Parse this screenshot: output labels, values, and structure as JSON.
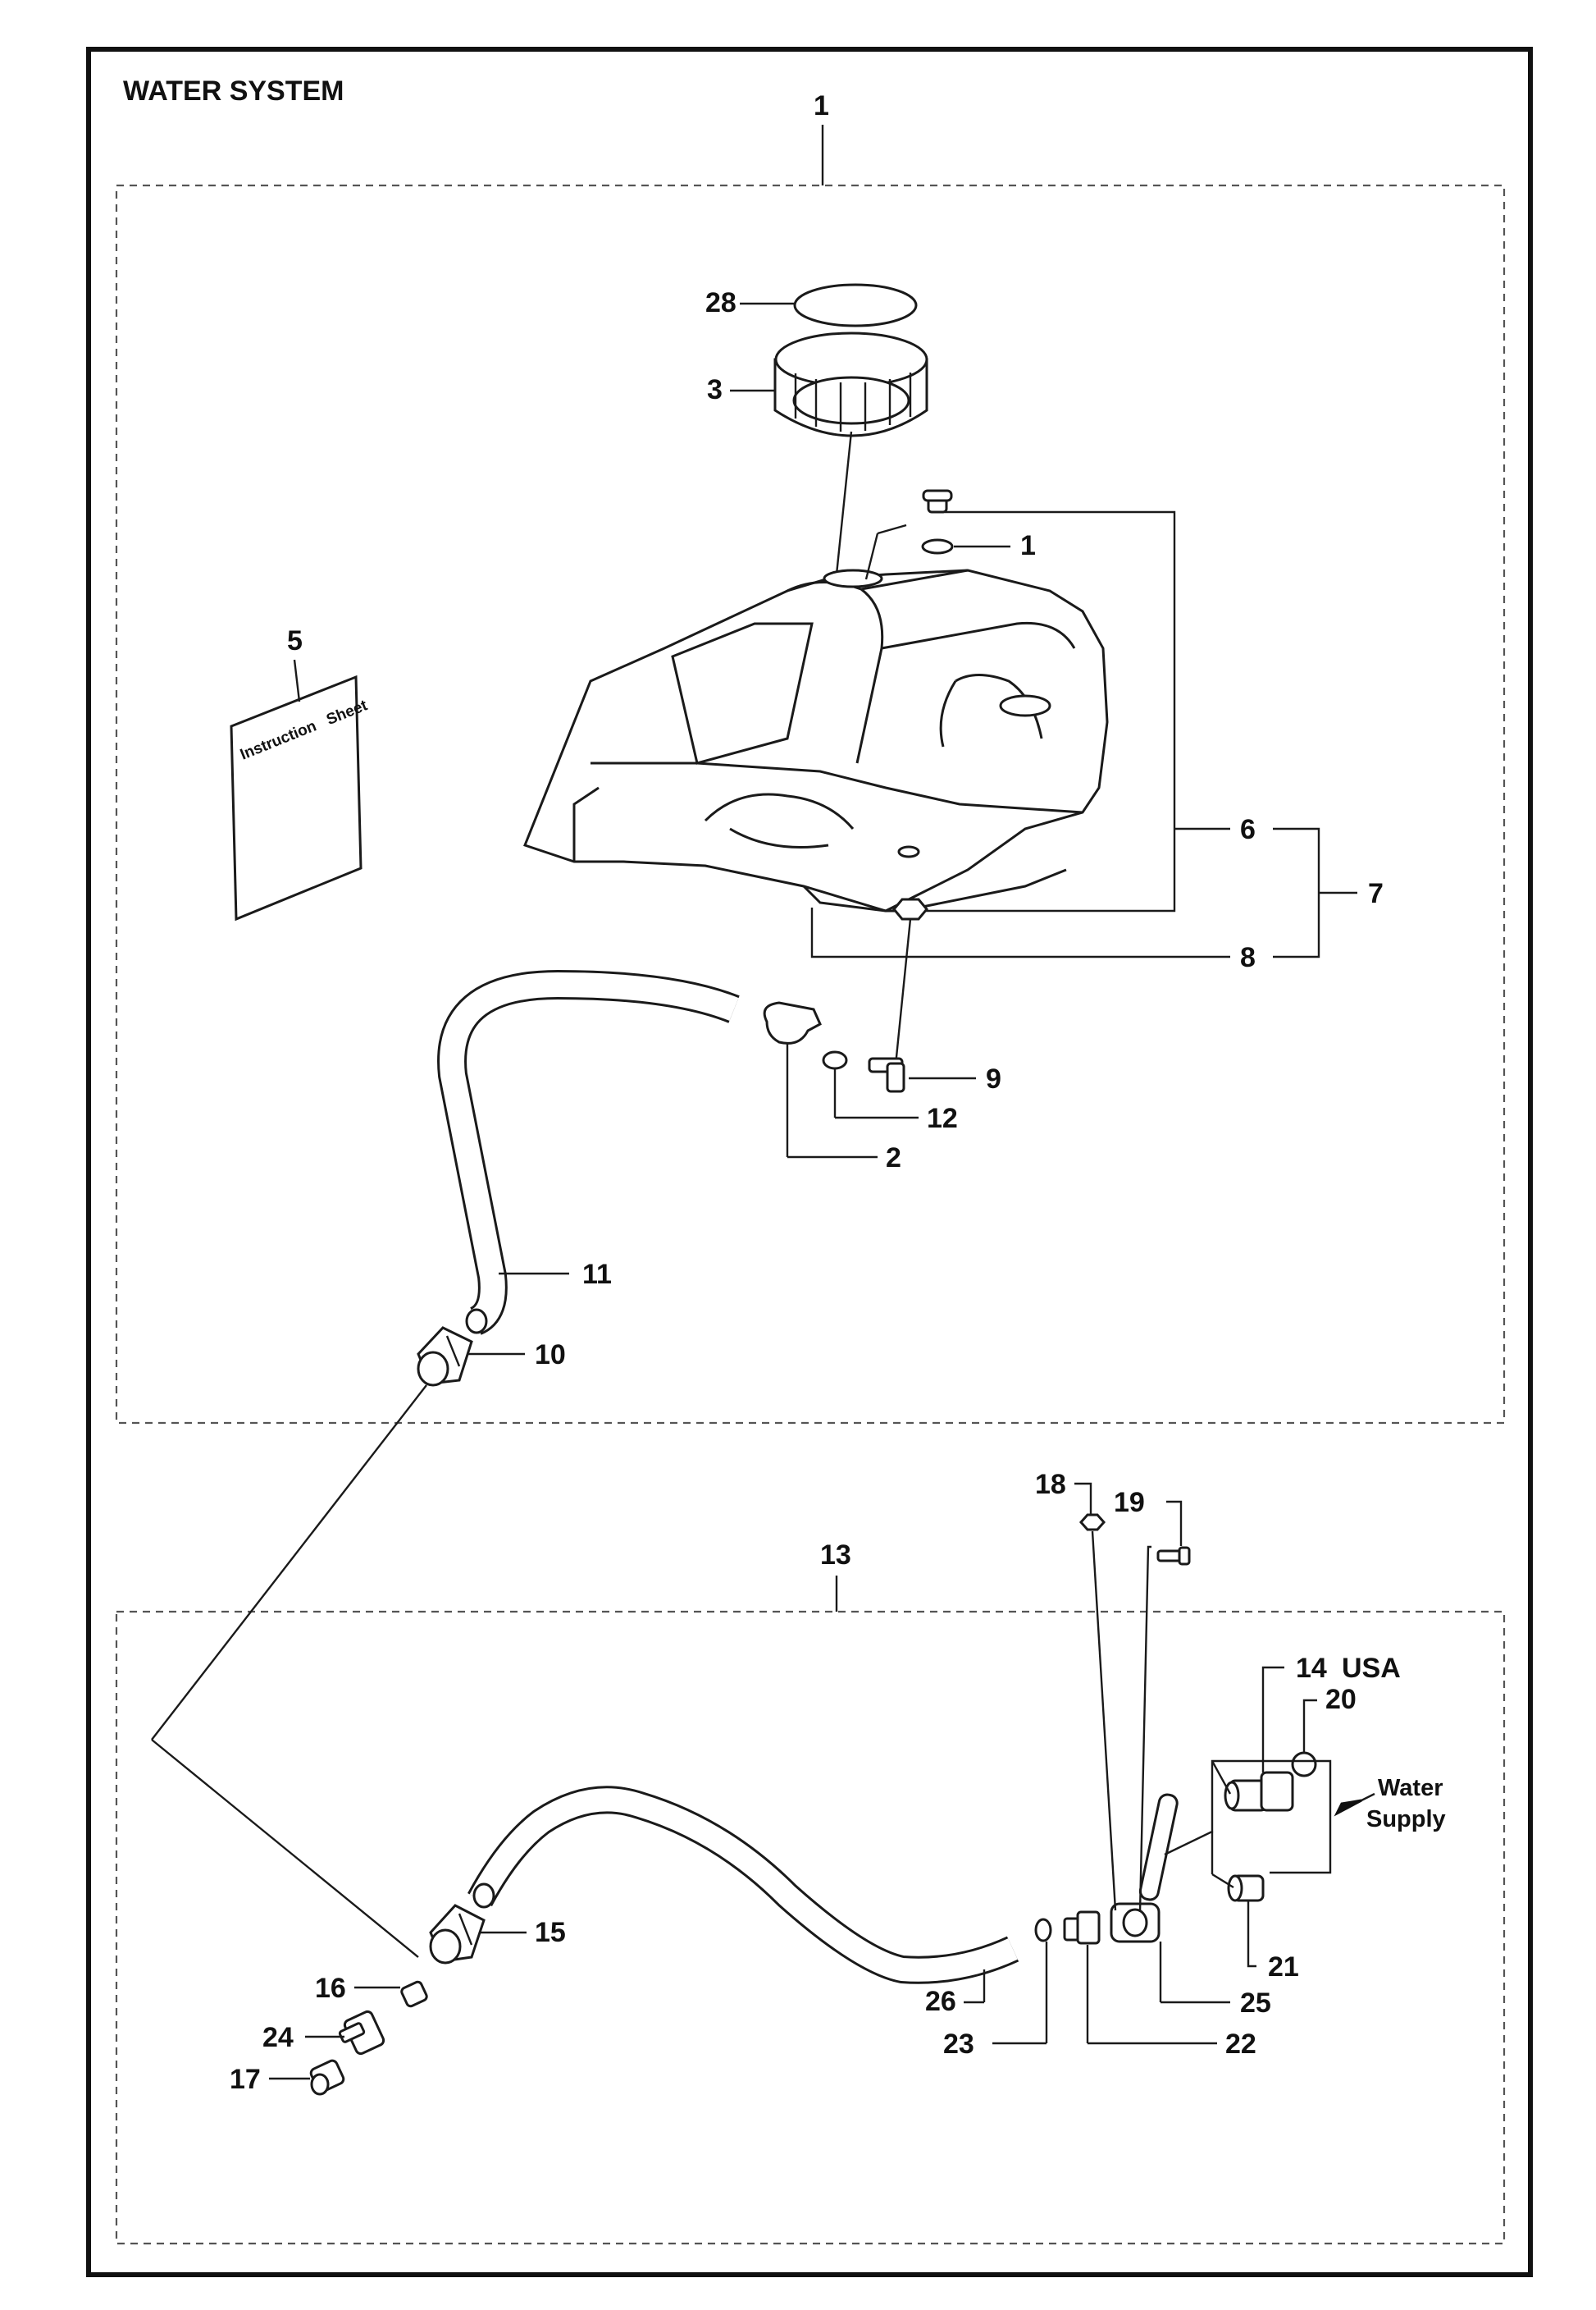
{
  "title": "WATER SYSTEM",
  "instruction_sheet_text": "Instruction Sheet",
  "water_supply": {
    "line1": "Water",
    "line2": "Supply"
  },
  "callouts": {
    "c1_top": "1",
    "c1_plug": "1",
    "c2": "2",
    "c3": "3",
    "c5": "5",
    "c6": "6",
    "c7": "7",
    "c8": "8",
    "c9": "9",
    "c10": "10",
    "c11": "11",
    "c12": "12",
    "c13": "13",
    "c14": "14",
    "c14_note": "USA",
    "c15": "15",
    "c16": "16",
    "c17": "17",
    "c18": "18",
    "c19": "19",
    "c20": "20",
    "c21": "21",
    "c22": "22",
    "c23": "23",
    "c24": "24",
    "c25": "25",
    "c26": "26",
    "c28": "28"
  },
  "colors": {
    "line": "#1a1a1a",
    "background": "#ffffff"
  }
}
